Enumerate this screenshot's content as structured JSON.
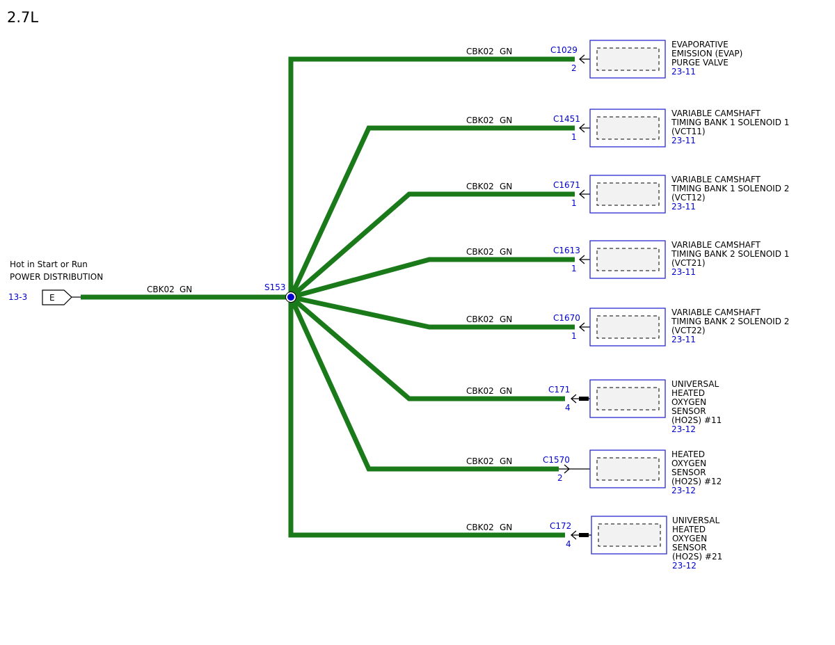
{
  "title": "2.7L",
  "colors": {
    "wire": "#1a7a1a",
    "blue_text": "#0000cc",
    "box_border": "#2a2ad0",
    "splice": "#0000cc"
  },
  "source": {
    "line1": "Hot in Start or Run",
    "line2": "POWER DISTRIBUTION",
    "ref": "13-3",
    "connector": "E",
    "wire_code": "CBK02",
    "wire_color": "GN"
  },
  "splice": {
    "label": "S153"
  },
  "branches": [
    {
      "wire_code": "CBK02",
      "wire_color": "GN",
      "connector": "C1029",
      "pin": "2",
      "label_lines": [
        "EVAPORATIVE",
        "EMISSION (EVAP)",
        "PURGE VALVE"
      ],
      "ref": "23-11",
      "pin_style": "male"
    },
    {
      "wire_code": "CBK02",
      "wire_color": "GN",
      "connector": "C1451",
      "pin": "1",
      "label_lines": [
        "VARIABLE CAMSHAFT",
        "TIMING BANK 1 SOLENOID 1",
        "(VCT11)"
      ],
      "ref": "23-11",
      "pin_style": "male"
    },
    {
      "wire_code": "CBK02",
      "wire_color": "GN",
      "connector": "C1671",
      "pin": "1",
      "label_lines": [
        "VARIABLE CAMSHAFT",
        "TIMING BANK 1 SOLENOID 2",
        "(VCT12)"
      ],
      "ref": "23-11",
      "pin_style": "male"
    },
    {
      "wire_code": "CBK02",
      "wire_color": "GN",
      "connector": "C1613",
      "pin": "1",
      "label_lines": [
        "VARIABLE CAMSHAFT",
        "TIMING BANK 2 SOLENOID 1",
        "(VCT21)"
      ],
      "ref": "23-11",
      "pin_style": "male"
    },
    {
      "wire_code": "CBK02",
      "wire_color": "GN",
      "connector": "C1670",
      "pin": "1",
      "label_lines": [
        "VARIABLE CAMSHAFT",
        "TIMING BANK 2 SOLENOID 2",
        "(VCT22)"
      ],
      "ref": "23-11",
      "pin_style": "male"
    },
    {
      "wire_code": "CBK02",
      "wire_color": "GN",
      "connector": "C171",
      "pin": "4",
      "label_lines": [
        "UNIVERSAL",
        "HEATED",
        "OXYGEN",
        "SENSOR",
        "(HO2S) #11"
      ],
      "ref": "23-12",
      "pin_style": "female"
    },
    {
      "wire_code": "CBK02",
      "wire_color": "GN",
      "connector": "C1570",
      "pin": "2",
      "label_lines": [
        "HEATED",
        "OXYGEN",
        "SENSOR",
        "(HO2S) #12"
      ],
      "ref": "23-12",
      "pin_style": "female-right"
    },
    {
      "wire_code": "CBK02",
      "wire_color": "GN",
      "connector": "C172",
      "pin": "4",
      "label_lines": [
        "UNIVERSAL",
        "HEATED",
        "OXYGEN",
        "SENSOR",
        "(HO2S) #21"
      ],
      "ref": "23-12",
      "pin_style": "female"
    }
  ]
}
